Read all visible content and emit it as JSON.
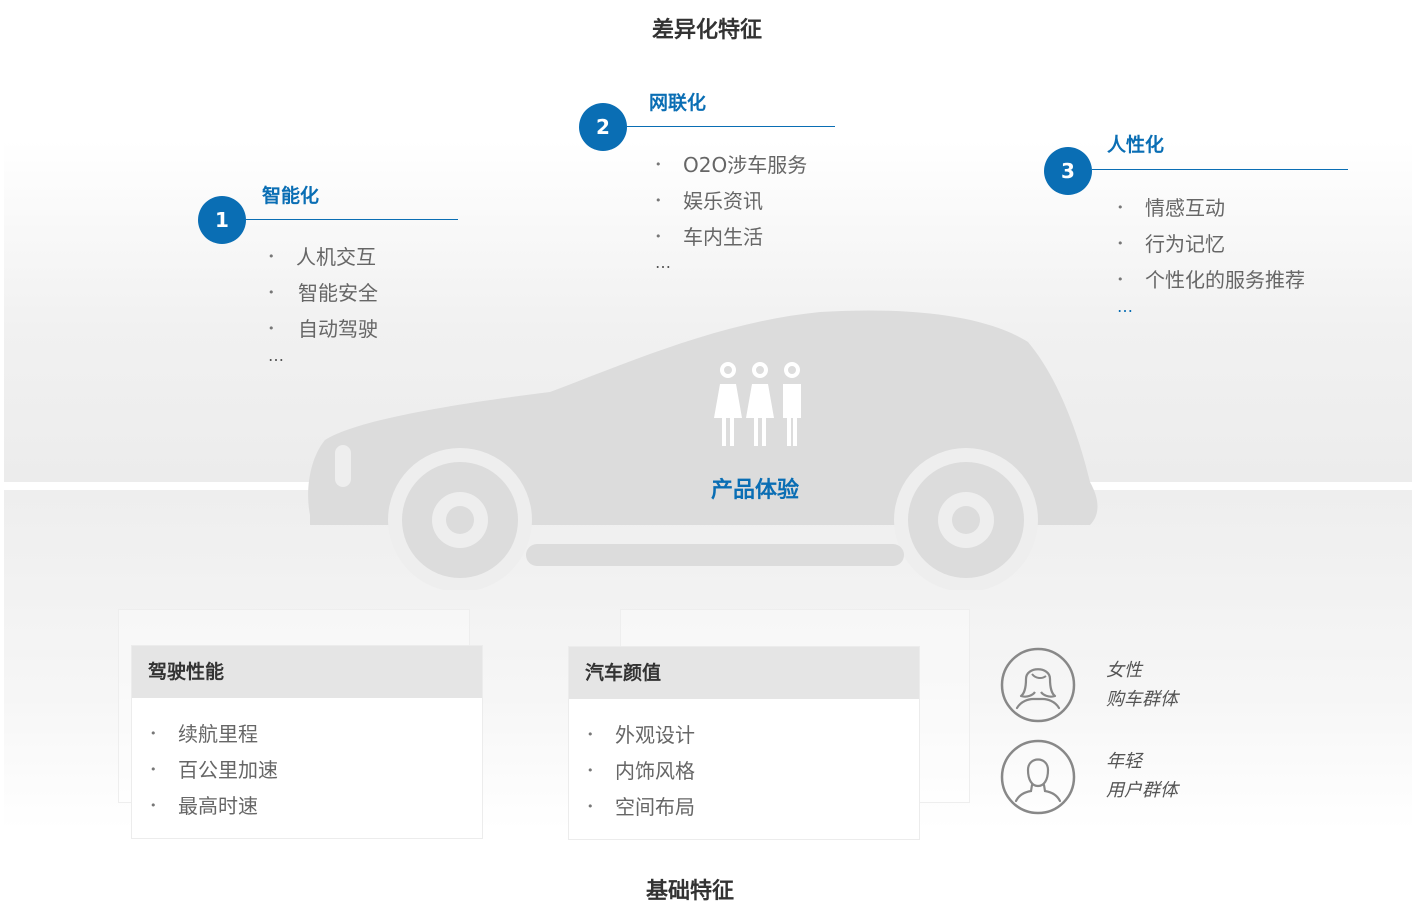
{
  "headings": {
    "top": "差异化特征",
    "bottom": "基础特征"
  },
  "center": {
    "label": "产品体验",
    "icon": "people-group-icon"
  },
  "features": [
    {
      "number": "1",
      "title": "智能化",
      "items": [
        "人机交互",
        "智能安全",
        "自动驾驶"
      ],
      "more": "…"
    },
    {
      "number": "2",
      "title": "网联化",
      "items": [
        "O2O涉车服务",
        "娱乐资讯",
        "车内生活"
      ],
      "more": "…"
    },
    {
      "number": "3",
      "title": "人性化",
      "items": [
        "情感互动",
        "行为记忆",
        "个性化的服务推荐"
      ],
      "more": "…"
    }
  ],
  "boxes": [
    {
      "title": "驾驶性能",
      "items": [
        "续航里程",
        "百公里加速",
        "最高时速"
      ]
    },
    {
      "title": "汽车颜值",
      "items": [
        "外观设计",
        "内饰风格",
        "空间布局"
      ]
    }
  ],
  "groups": [
    {
      "icon": "female-user-icon",
      "line1": "女性",
      "line2": "购车群体"
    },
    {
      "icon": "male-user-icon",
      "line1": "年轻",
      "line2": "用户群体"
    }
  ],
  "colors": {
    "accent": "#0a6eb4",
    "car": "#dcdcdc",
    "box_header": "#e5e5e5"
  }
}
